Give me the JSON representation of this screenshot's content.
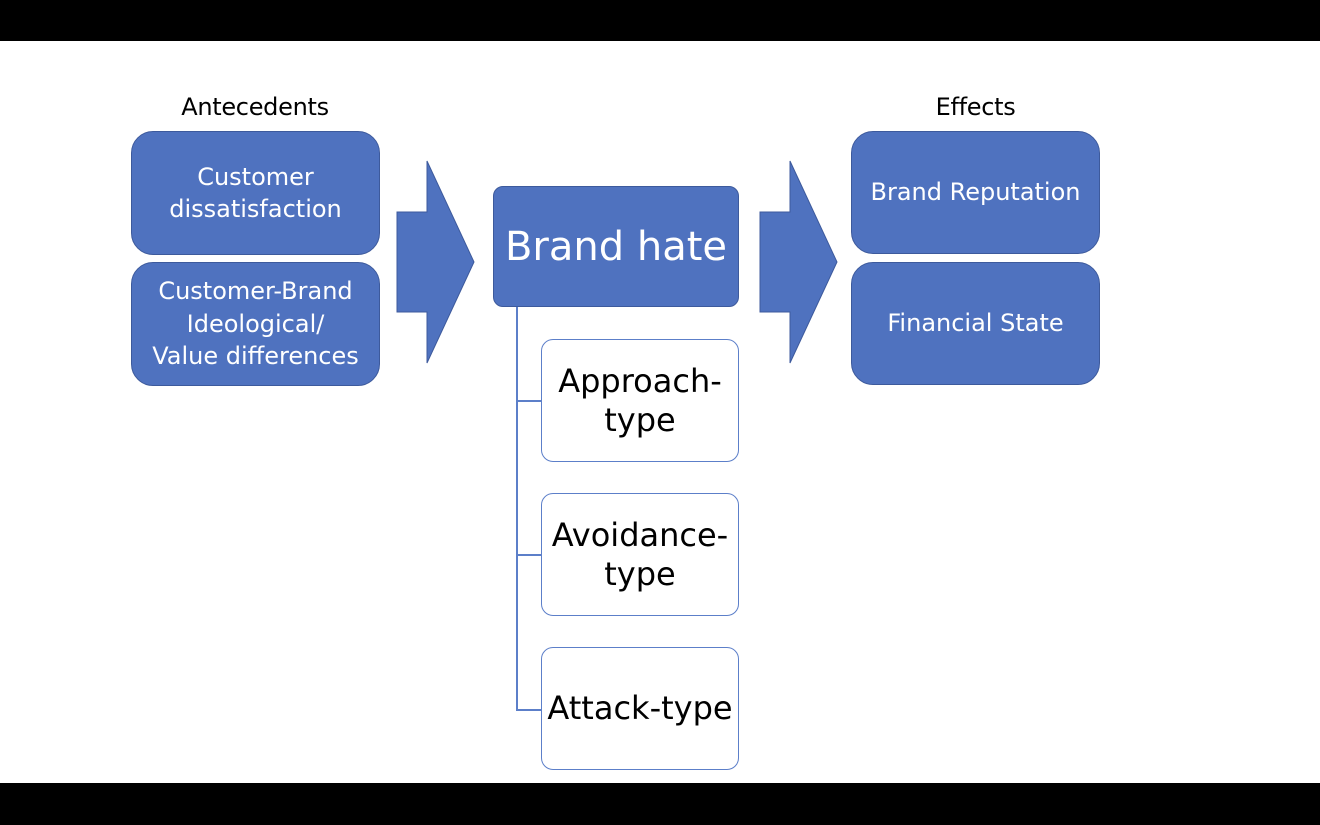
{
  "diagram": {
    "antecedents": {
      "header": "Antecedents",
      "items": [
        "Customer\ndissatisfaction",
        "Customer-Brand\nIdeological/\nValue differences"
      ]
    },
    "central": {
      "label": "Brand hate",
      "types": [
        "Approach-\ntype",
        "Avoidance-\ntype",
        "Attack-type"
      ]
    },
    "effects": {
      "header": "Effects",
      "items": [
        "Brand Reputation",
        "Financial State"
      ]
    },
    "colors": {
      "fill": "#4f72bf",
      "outline": "#5c7fc9",
      "background": "#ffffff",
      "letterbox": "#000000"
    }
  }
}
